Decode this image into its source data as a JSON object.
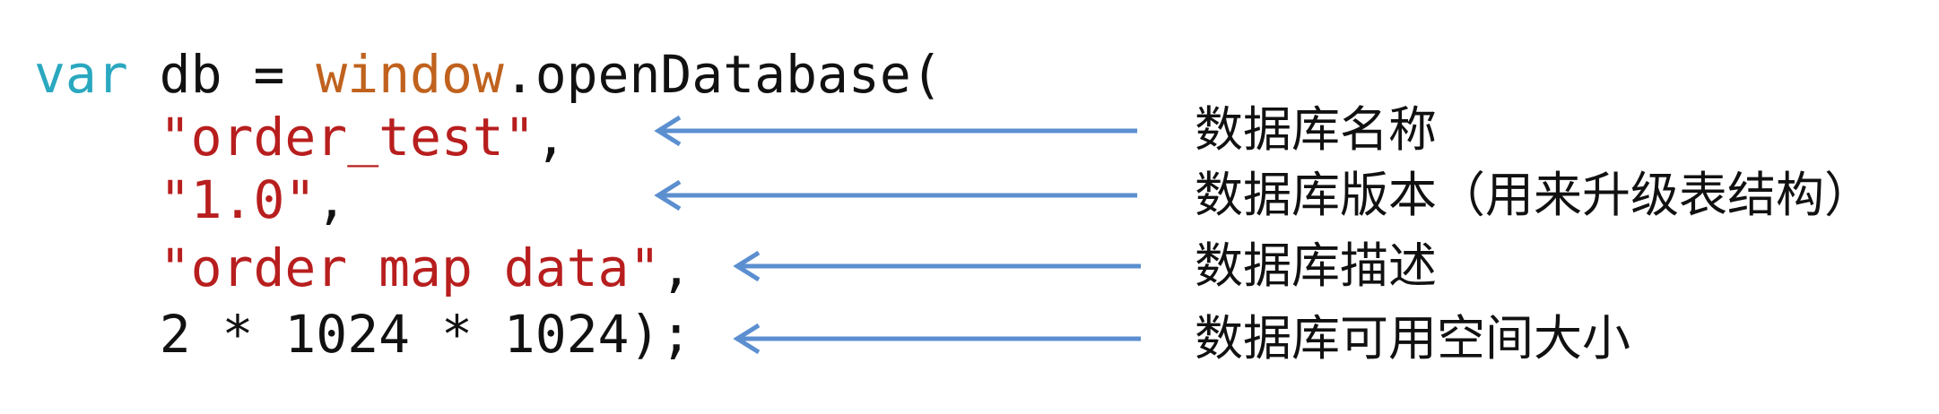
{
  "code": {
    "line1": {
      "keyword": "var",
      "space_db": " db = ",
      "object": "window",
      "rest": ".openDatabase("
    },
    "line2": {
      "indent": "    ",
      "string": "\"order_test\"",
      "tail": ","
    },
    "line3": {
      "indent": "    ",
      "string": "\"1.0\"",
      "tail": ","
    },
    "line4": {
      "indent": "    ",
      "string": "\"order map data\"",
      "tail": ","
    },
    "line5": {
      "indent": "    ",
      "expr": "2 * 1024 * 1024);"
    }
  },
  "annotations": [
    {
      "label": "数据库名称"
    },
    {
      "label": "数据库版本（用来升级表结构）"
    },
    {
      "label": "数据库描述"
    },
    {
      "label": "数据库可用空间大小"
    }
  ],
  "colors": {
    "keyword": "#2aa8c0",
    "object": "#c0621e",
    "string": "#b81e1e",
    "text": "#111111",
    "arrow": "#5b8fd0"
  }
}
